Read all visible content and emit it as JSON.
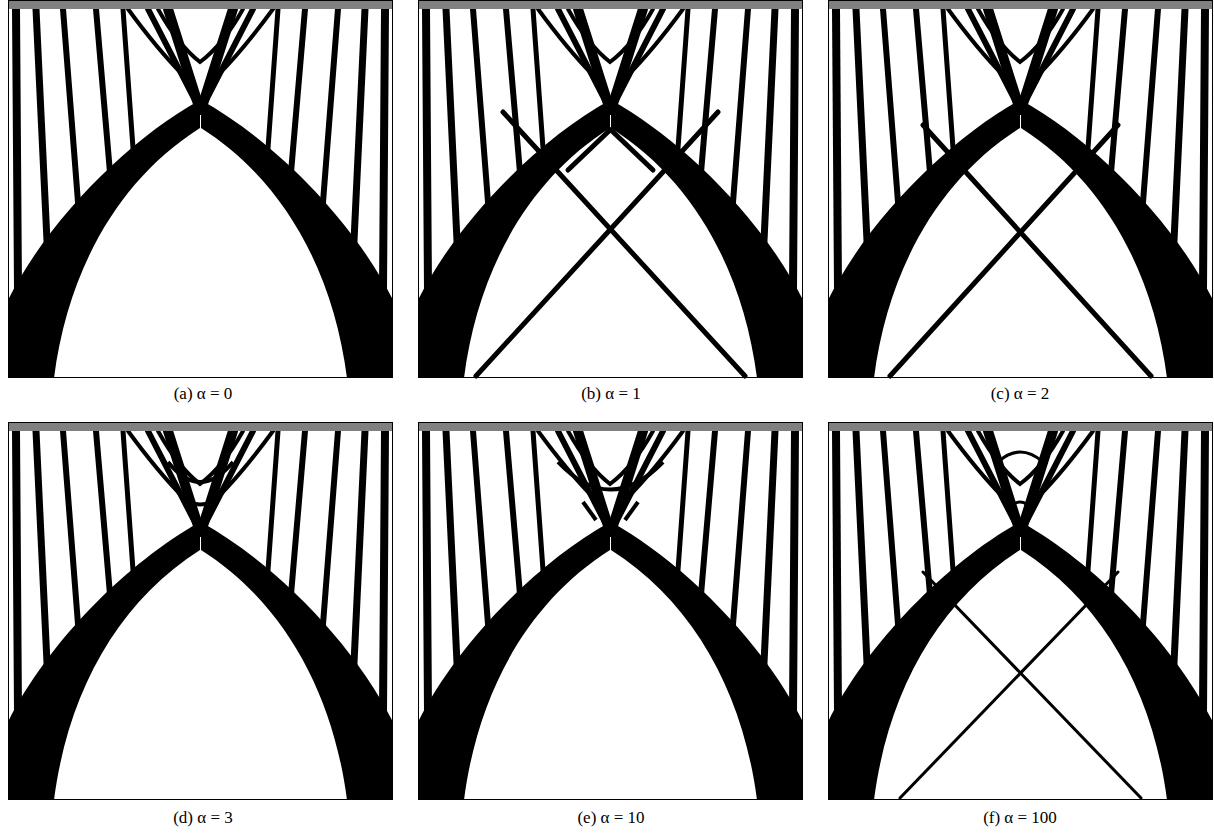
{
  "diagram": {
    "labels": [
      "(a) α = 0",
      "(b) α = 1",
      "(c) α = 2",
      "(d) α = 3",
      "(e) α = 10",
      "(f) α = 100"
    ]
  }
}
